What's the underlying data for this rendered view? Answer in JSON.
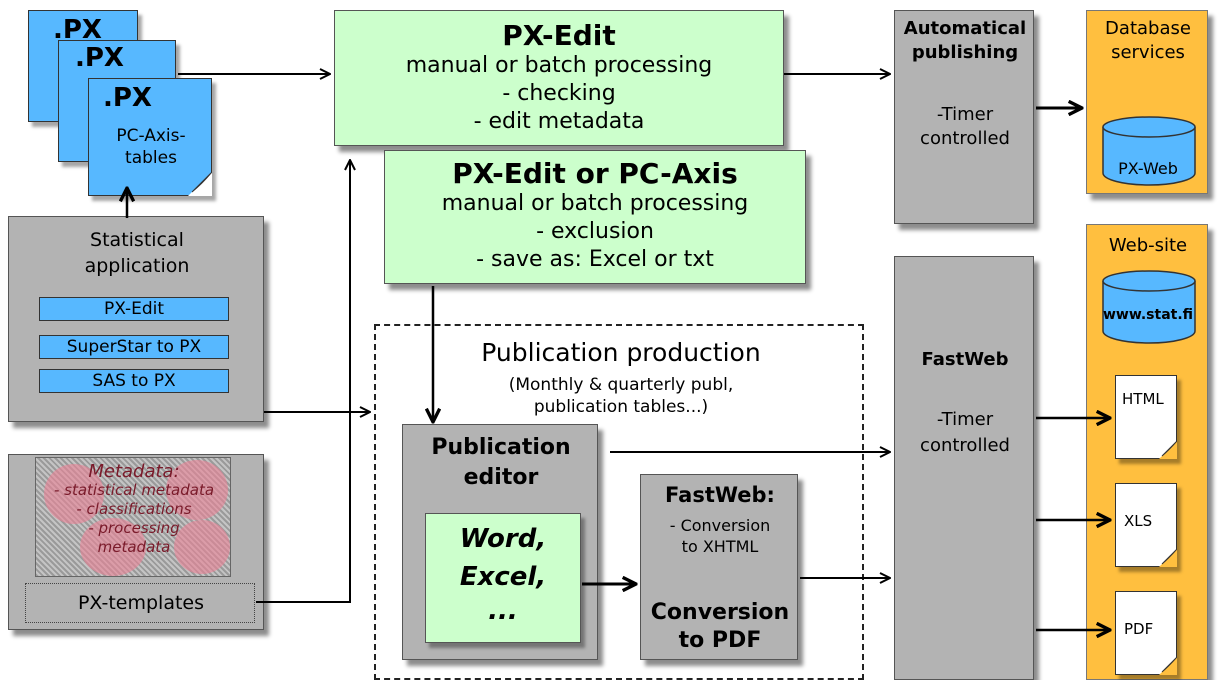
{
  "px_stack": {
    "page_labels": [
      ".PX",
      ".PX",
      ".PX"
    ],
    "caption": [
      "PC-Axis-",
      "tables"
    ]
  },
  "stat_app": {
    "title": [
      "Statistical",
      "application"
    ],
    "items": [
      "PX-Edit",
      "SuperStar to PX",
      "SAS to PX"
    ]
  },
  "metadata_box": {
    "title": "Metadata:",
    "lines": [
      "- statistical metadata",
      "- classifications",
      "- processing",
      "metadata"
    ],
    "footer": "PX-templates"
  },
  "px_edit": {
    "title": "PX-Edit",
    "lines": [
      "manual or batch processing",
      "- checking",
      "- edit metadata"
    ]
  },
  "px_edit_axis": {
    "title": "PX-Edit or PC-Axis",
    "lines": [
      "manual or batch processing",
      "- exclusion",
      "- save as:  Excel or txt"
    ]
  },
  "publication": {
    "title": "Publication production",
    "subtitle": [
      "(Monthly & quarterly publ,",
      "publication tables...)"
    ]
  },
  "pub_editor": {
    "title": [
      "Publication",
      "editor"
    ],
    "inner": [
      "Word,",
      "Excel,",
      "..."
    ]
  },
  "fastweb_conv": {
    "title": "FastWeb:",
    "lines": [
      "- Conversion",
      "to XHTML"
    ],
    "bottom": [
      "Conversion",
      "to PDF"
    ]
  },
  "auto_pub": {
    "title": [
      "Automatical",
      "publishing"
    ],
    "lines": [
      "-Timer",
      "controlled"
    ]
  },
  "fastweb": {
    "title": "FastWeb",
    "lines": [
      "-Timer",
      "controlled"
    ]
  },
  "db_services": {
    "title": [
      "Database",
      "services"
    ],
    "cylinder": "PX-Web"
  },
  "website": {
    "title": "Web-site",
    "cylinder": "www.stat.fi",
    "files": [
      "HTML",
      "XLS",
      "PDF"
    ]
  },
  "colors": {
    "green": "#ccffcc",
    "grey": "#b3b3b3",
    "orange": "#ffbf3f",
    "blue": "#57b8ff"
  }
}
